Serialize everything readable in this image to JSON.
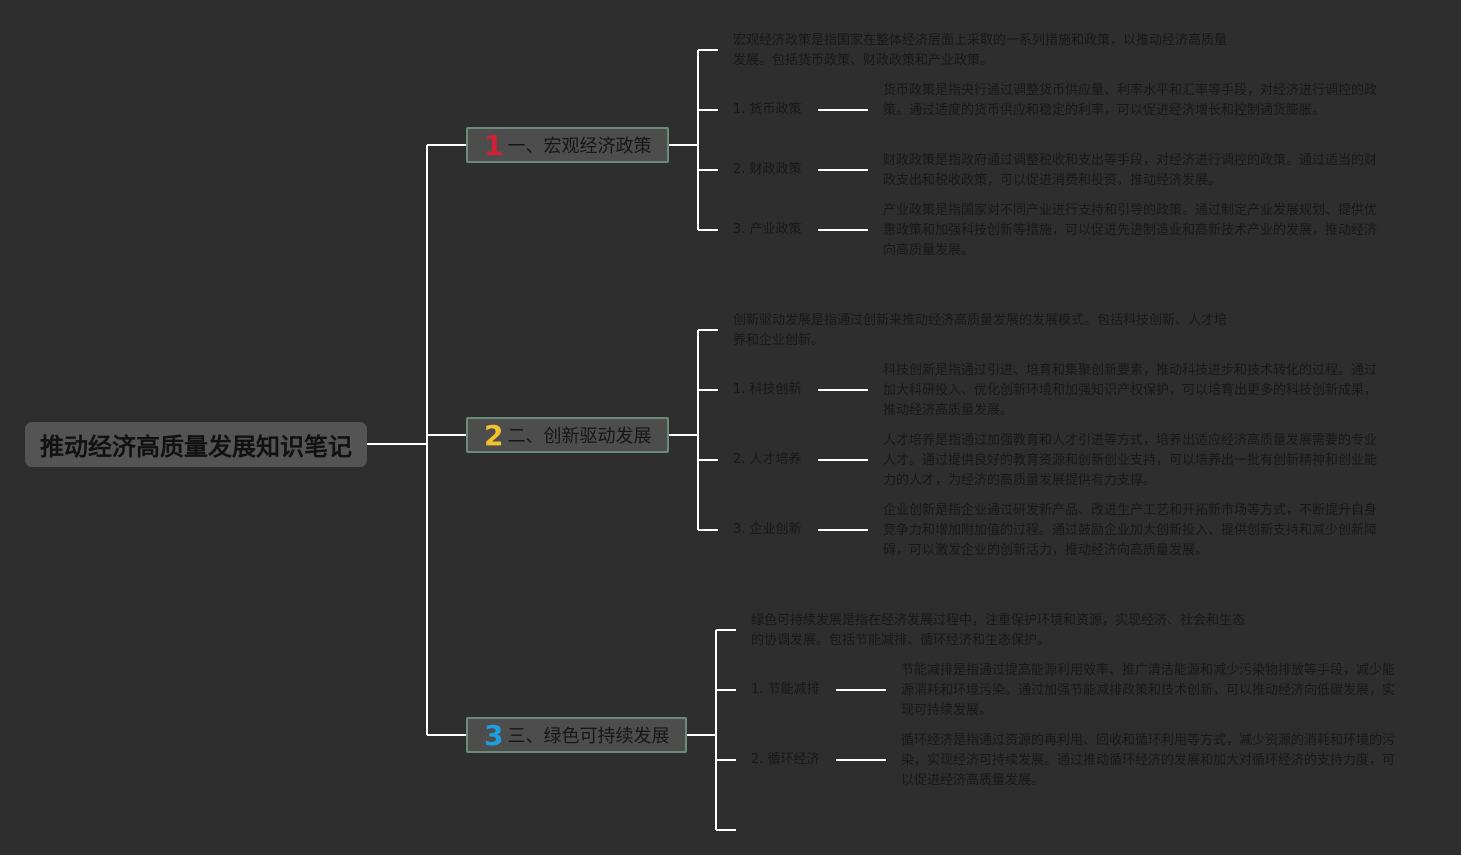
{
  "root": {
    "title": "推动经济高质量发展知识笔记"
  },
  "colors": {
    "background": "#2e2e2e",
    "line": "#ffffff",
    "num1": "#d11f35",
    "num2": "#f2c12e",
    "num3": "#1e9de0"
  },
  "branches": [
    {
      "number": "1",
      "label": "一、宏观经济政策",
      "intro": "宏观经济政策是指国家在整体经济层面上采取的一系列措施和政策，以推动经济高质量发展。包括货币政策、财政政策和产业政策。",
      "items": [
        {
          "label": "1. 货币政策",
          "desc": "货币政策是指央行通过调整货币供应量、利率水平和汇率等手段，对经济进行调控的政策。通过适度的货币供应和稳定的利率，可以促进经济增长和控制通货膨胀。"
        },
        {
          "label": "2. 财政政策",
          "desc": "财政政策是指政府通过调整税收和支出等手段，对经济进行调控的政策。通过适当的财政支出和税收政策，可以促进消费和投资，推动经济发展。"
        },
        {
          "label": "3. 产业政策",
          "desc": "产业政策是指国家对不同产业进行支持和引导的政策。通过制定产业发展规划、提供优惠政策和加强科技创新等措施，可以促进先进制造业和高新技术产业的发展，推动经济向高质量发展。"
        }
      ]
    },
    {
      "number": "2",
      "label": "二、创新驱动发展",
      "intro": "创新驱动发展是指通过创新来推动经济高质量发展的发展模式。包括科技创新、人才培养和企业创新。",
      "items": [
        {
          "label": "1. 科技创新",
          "desc": "科技创新是指通过引进、培育和集聚创新要素，推动科技进步和技术转化的过程。通过加大科研投入、优化创新环境和加强知识产权保护，可以培育出更多的科技创新成果，推动经济高质量发展。"
        },
        {
          "label": "2. 人才培养",
          "desc": "人才培养是指通过加强教育和人才引进等方式，培养出适应经济高质量发展需要的专业人才。通过提供良好的教育资源和创新创业支持，可以培养出一批有创新精神和创业能力的人才，为经济的高质量发展提供有力支撑。"
        },
        {
          "label": "3. 企业创新",
          "desc": "企业创新是指企业通过研发新产品、改进生产工艺和开拓新市场等方式，不断提升自身竞争力和增加附加值的过程。通过鼓励企业加大创新投入、提供创新支持和减少创新障碍，可以激发企业的创新活力，推动经济向高质量发展。"
        }
      ]
    },
    {
      "number": "3",
      "label": "三、绿色可持续发展",
      "intro": "绿色可持续发展是指在经济发展过程中，注重保护环境和资源，实现经济、社会和生态的协调发展。包括节能减排、循环经济和生态保护。",
      "items": [
        {
          "label": "1. 节能减排",
          "desc": "节能减排是指通过提高能源利用效率、推广清洁能源和减少污染物排放等手段，减少能源消耗和环境污染。通过加强节能减排政策和技术创新，可以推动经济向低碳发展，实现可持续发展。"
        },
        {
          "label": "2. 循环经济",
          "desc": "循环经济是指通过资源的再利用、回收和循环利用等方式，减少资源的消耗和环境的污染，实现经济可持续发展。通过推动循环经济的发展和加大对循环经济的支持力度，可以促进经济高质量发展。"
        }
      ]
    }
  ]
}
